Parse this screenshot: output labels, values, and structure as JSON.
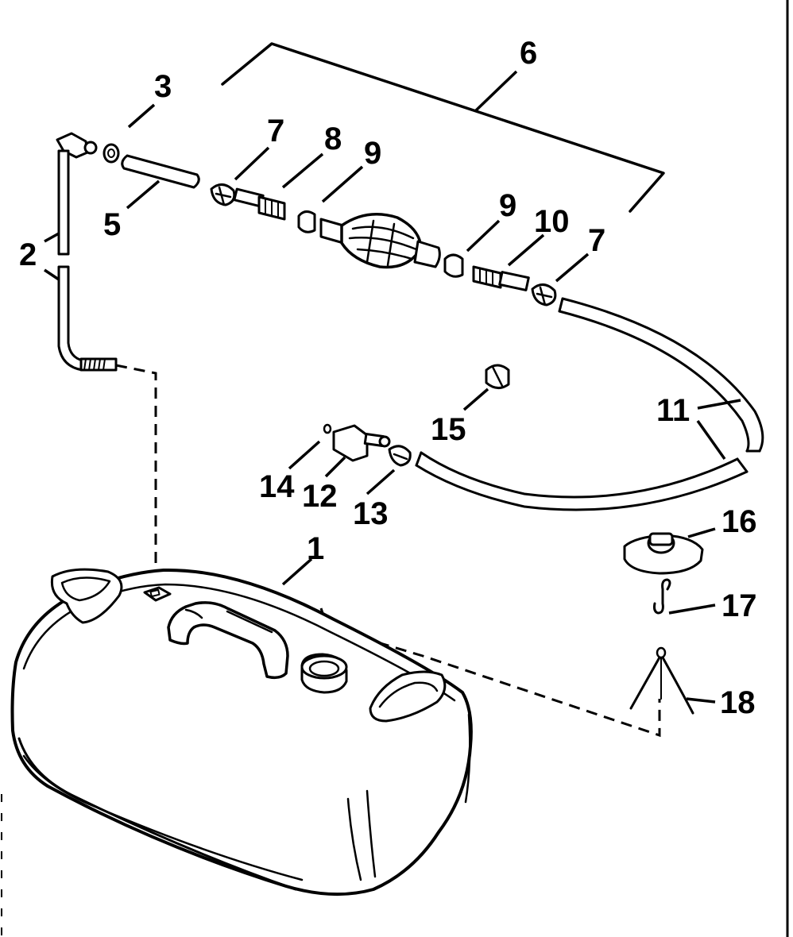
{
  "diagram": {
    "callouts": {
      "c1": "1",
      "c2": "2",
      "c3": "3",
      "c5": "5",
      "c6": "6",
      "c7a": "7",
      "c7b": "7",
      "c8": "8",
      "c9a": "9",
      "c9b": "9",
      "c10": "10",
      "c11": "11",
      "c12": "12",
      "c13": "13",
      "c14": "14",
      "c15": "15",
      "c16": "16",
      "c17": "17",
      "c18": "18"
    }
  }
}
